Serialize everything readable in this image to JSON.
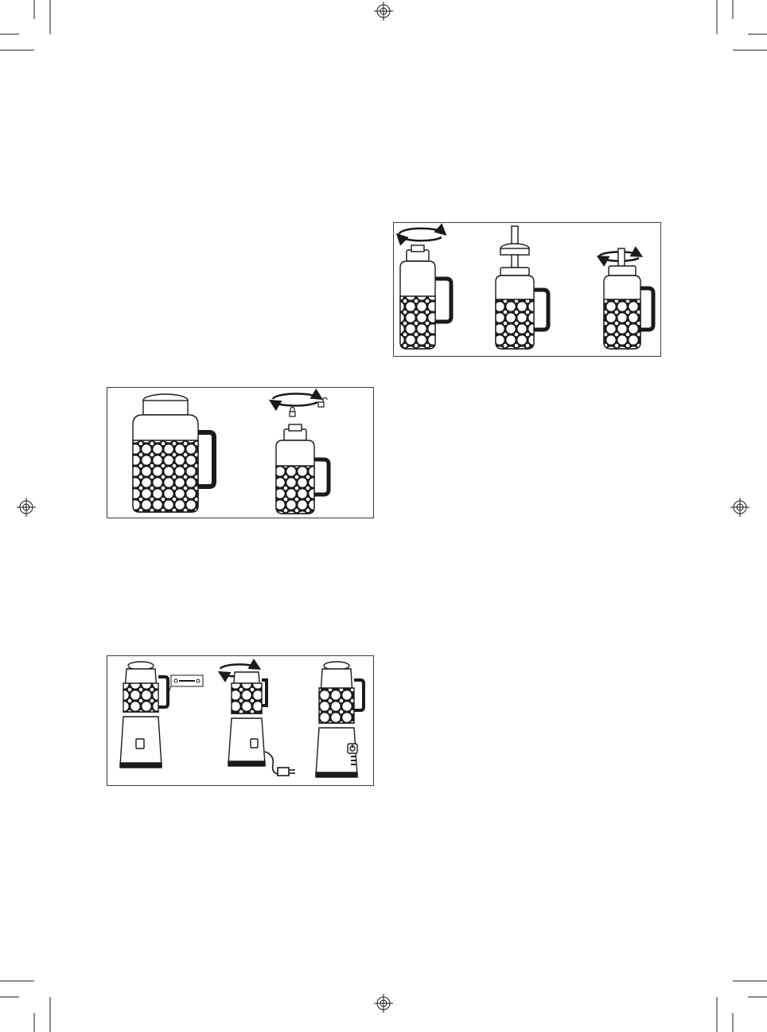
{
  "document": {
    "type": "instruction-manual-page",
    "colors": {
      "ink": "#1a1a1a",
      "frame": "#3a3a3a",
      "paper": "#ffffff",
      "accent": "#d9b48a"
    }
  },
  "figures": [
    {
      "id": "fig-assembly-lid-straw",
      "steps": [
        "twist-off-blade-unit",
        "insert-straw-into-lid",
        "twist-on-lid"
      ]
    },
    {
      "id": "fig-fill-and-attach-blade",
      "steps": [
        "fill-bottle",
        "attach-blade-unit-lock"
      ],
      "icons": [
        "rotation-arrows-icon",
        "lock-closed-icon",
        "lock-open-icon"
      ]
    },
    {
      "id": "fig-mount-on-motor-base",
      "steps": [
        "align-bottle-with-base",
        "twist-to-lock-and-plug-in",
        "press-power-button"
      ],
      "icons": [
        "rotation-arrows-icon",
        "power-plug-icon",
        "power-button-icon"
      ]
    }
  ]
}
